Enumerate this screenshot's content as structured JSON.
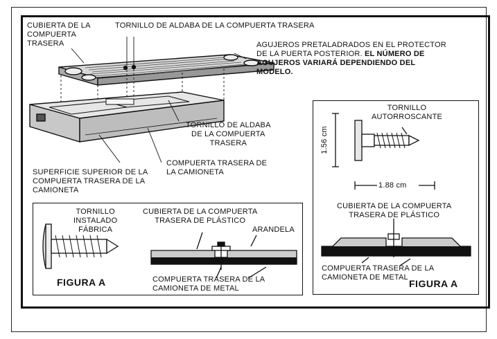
{
  "main": {
    "cover_label": [
      "CUBIERTA DE LA",
      "COMPUERTA",
      "TRASERA"
    ],
    "latch_screw_top": "TORNILLO DE ALDABA DE LA COMPUERTA TRASERA",
    "predrilled": [
      "AGUJEROS PRETALADRADOS EN EL PROTECTOR",
      "DE LA PUERTA POSTERIOR."
    ],
    "predrilled_bold": [
      "EL NÚMERO DE",
      "AGUJEROS VARIARÁ DEPENDIENDO DEL",
      "MODELO."
    ],
    "latch_screw_mid": [
      "TORNILLO DE ALDABA",
      "DE LA COMPUERTA",
      "TRASERA"
    ],
    "truck_tailgate": [
      "COMPUERTA TRASERA DE",
      "LA CAMIONETA"
    ],
    "top_surface": [
      "SUPERFICIE SUPERIOR DE LA",
      "COMPUERTA TRASERA DE LA",
      "CAMIONETA"
    ]
  },
  "figure_a_left": {
    "screw_label": [
      "TORNILLO",
      "INSTALADO",
      "FÁBRICA"
    ],
    "cover_label": [
      "CUBIERTA DE LA COMPUERTA",
      "TRASERA DE PLÁSTICO"
    ],
    "washer": "ARANDELA",
    "metal_tailgate": [
      "COMPUERTA TRASERA DE LA",
      "CAMIONETA DE METAL"
    ],
    "caption": "FIGURA A"
  },
  "figure_a_right": {
    "screw_label": [
      "TORNILLO",
      "AUTORROSCANTE"
    ],
    "dim_height": "1.56 cm",
    "dim_width": "1.88 cm",
    "cover_label": [
      "CUBIERTA DE LA COMPUERTA",
      "TRASERA DE PLÁSTICO"
    ],
    "metal_tailgate": [
      "COMPUERTA TRASERA DE LA",
      "CAMIONETA DE METAL"
    ],
    "caption": "FIGURA A"
  }
}
